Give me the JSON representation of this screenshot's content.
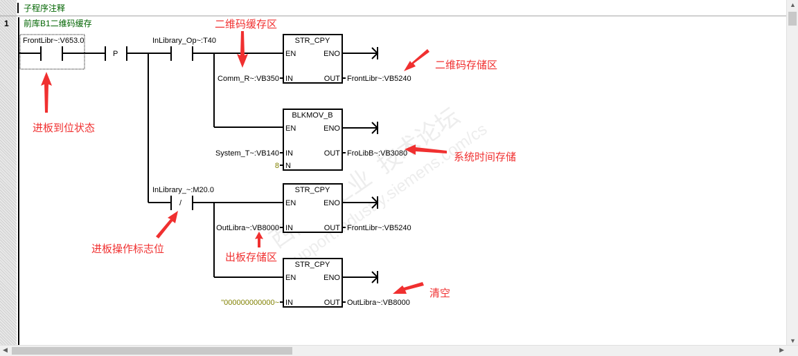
{
  "subroutine_comment": "子程序注释",
  "network": {
    "number": "1",
    "comment": "前库B1二维码缓存"
  },
  "contacts": {
    "c1": "FrontLibr~:V653.0",
    "p": "P",
    "c2": "InLibrary_Op~:T40",
    "c3": "InLibrary_~:M20.0",
    "c3_type": "/"
  },
  "boxes": [
    {
      "name": "STR_CPY",
      "en": "EN",
      "eno": "ENO",
      "in": "IN",
      "out": "OUT",
      "in_val": "Comm_R~:VB350",
      "out_val": "FrontLibr~:VB5240"
    },
    {
      "name": "BLKMOV_B",
      "en": "EN",
      "eno": "ENO",
      "in": "IN",
      "out": "OUT",
      "n": "N",
      "in_val": "System_T~:VB140",
      "n_val": "8",
      "out_val": "FroLibB~:VB3080"
    },
    {
      "name": "STR_CPY",
      "en": "EN",
      "eno": "ENO",
      "in": "IN",
      "out": "OUT",
      "in_val": "OutLibra~:VB8000",
      "out_val": "FrontLibr~:VB5240"
    },
    {
      "name": "STR_CPY",
      "en": "EN",
      "eno": "ENO",
      "in": "IN",
      "out": "OUT",
      "in_val": "\"000000000000~",
      "out_val": "OutLibra~:VB8000"
    }
  ],
  "annotations": {
    "a1": "二维码缓存区",
    "a2": "二维码存储区",
    "a3": "进板到位状态",
    "a4": "系统时间存储",
    "a5": "进板操作标志位",
    "a6": "出板存储区",
    "a7": "清空"
  },
  "watermark": "西门子工业 技术论坛 support.industry.siemens.com/cs",
  "colors": {
    "annotation": "#f03030",
    "comment": "#006400",
    "constant": "#808000"
  }
}
